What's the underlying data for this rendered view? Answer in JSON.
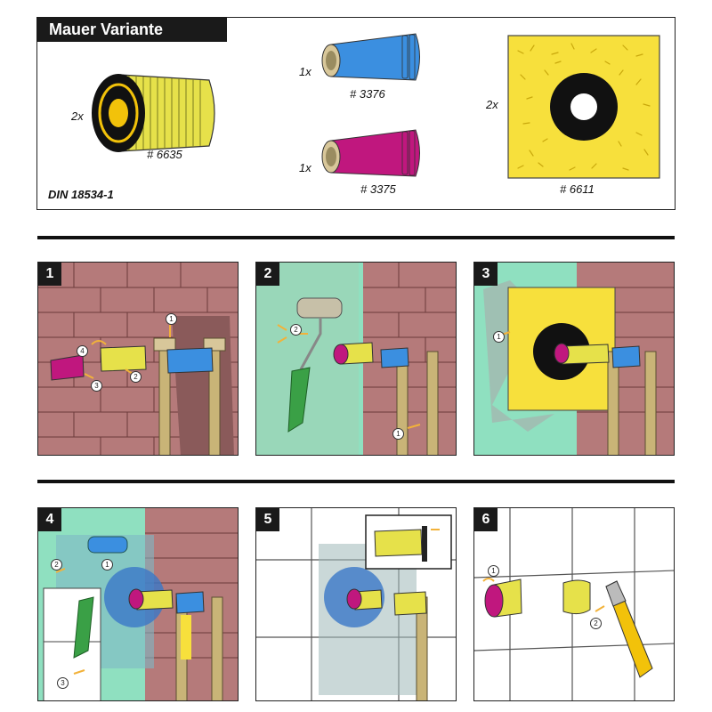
{
  "header": {
    "title": "Mauer Variante"
  },
  "standard": "DIN 18534-1",
  "parts": [
    {
      "qty": "2x",
      "code": "# 6635",
      "color": "#e6e14a"
    },
    {
      "qty": "1x",
      "code": "# 3376",
      "color": "#3b8fe0"
    },
    {
      "qty": "1x",
      "code": "# 3375",
      "color": "#c0177e"
    },
    {
      "qty": "2x",
      "code": "# 6611",
      "color": "#f7e03c"
    }
  ],
  "steps": [
    {
      "number": "1",
      "callouts": [
        "1",
        "2",
        "3",
        "4"
      ]
    },
    {
      "number": "2",
      "callouts": [
        "1",
        "2"
      ]
    },
    {
      "number": "3",
      "callouts": [
        "1"
      ]
    },
    {
      "number": "4",
      "callouts": [
        "1",
        "2",
        "3"
      ]
    },
    {
      "number": "5",
      "callouts": []
    },
    {
      "number": "6",
      "callouts": [
        "1",
        "2"
      ]
    }
  ],
  "colors": {
    "brick": "#b57a7a",
    "board": "#8fe0c0",
    "pipe": "#c9b477",
    "arrow": "#f2b23a"
  }
}
